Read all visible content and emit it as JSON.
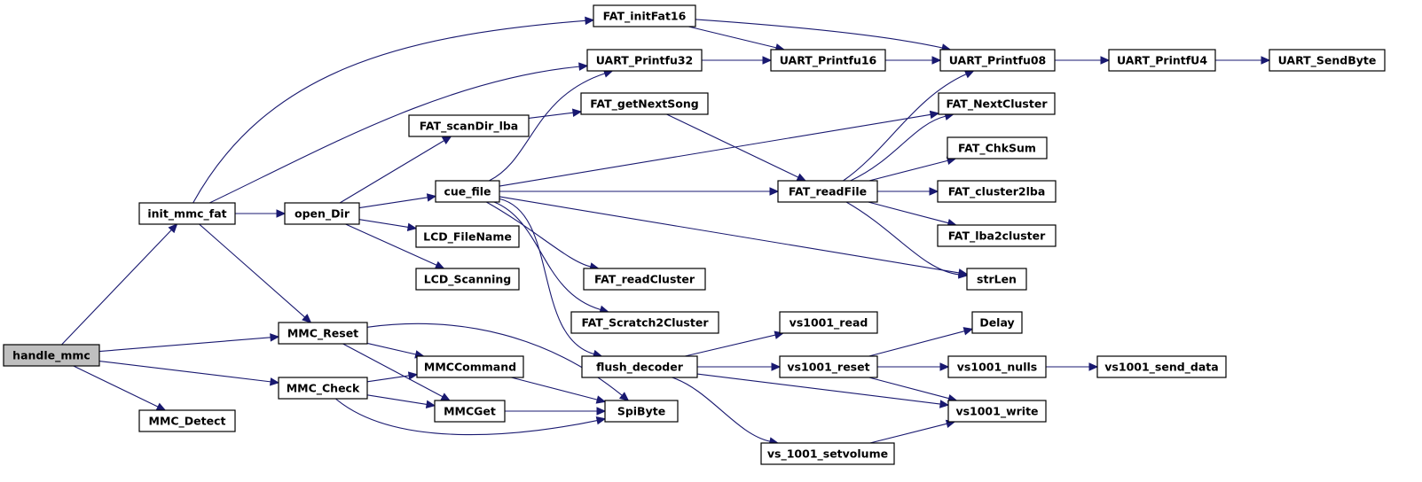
{
  "colors": {
    "node_fill": "#ffffff",
    "root_fill": "#bfbfbf",
    "edge": "#191970",
    "border": "#000000"
  },
  "graph": {
    "root": "handle_mmc",
    "nodes": [
      {
        "id": "handle_mmc",
        "label": "handle_mmc"
      },
      {
        "id": "init_mmc_fat",
        "label": "init_mmc_fat"
      },
      {
        "id": "MMC_Detect",
        "label": "MMC_Detect"
      },
      {
        "id": "MMC_Reset",
        "label": "MMC_Reset"
      },
      {
        "id": "MMC_Check",
        "label": "MMC_Check"
      },
      {
        "id": "open_Dir",
        "label": "open_Dir"
      },
      {
        "id": "FAT_initFat16",
        "label": "FAT_initFat16"
      },
      {
        "id": "UART_Printfu32",
        "label": "UART_Printfu32"
      },
      {
        "id": "UART_Printfu16",
        "label": "UART_Printfu16"
      },
      {
        "id": "UART_Printfu08",
        "label": "UART_Printfu08"
      },
      {
        "id": "UART_PrintfU4",
        "label": "UART_PrintfU4"
      },
      {
        "id": "UART_SendByte",
        "label": "UART_SendByte"
      },
      {
        "id": "FAT_scanDir_lba",
        "label": "FAT_scanDir_lba"
      },
      {
        "id": "FAT_getNextSong",
        "label": "FAT_getNextSong"
      },
      {
        "id": "cue_file",
        "label": "cue_file"
      },
      {
        "id": "LCD_FileName",
        "label": "LCD_FileName"
      },
      {
        "id": "LCD_Scanning",
        "label": "LCD_Scanning"
      },
      {
        "id": "FAT_readFile",
        "label": "FAT_readFile"
      },
      {
        "id": "FAT_NextCluster",
        "label": "FAT_NextCluster"
      },
      {
        "id": "FAT_ChkSum",
        "label": "FAT_ChkSum"
      },
      {
        "id": "FAT_cluster2lba",
        "label": "FAT_cluster2lba"
      },
      {
        "id": "FAT_lba2cluster",
        "label": "FAT_lba2cluster"
      },
      {
        "id": "strLen",
        "label": "strLen"
      },
      {
        "id": "FAT_readCluster",
        "label": "FAT_readCluster"
      },
      {
        "id": "FAT_Scratch2Cluster",
        "label": "FAT_Scratch2Cluster"
      },
      {
        "id": "flush_decoder",
        "label": "flush_decoder"
      },
      {
        "id": "vs1001_read",
        "label": "vs1001_read"
      },
      {
        "id": "vs1001_reset",
        "label": "vs1001_reset"
      },
      {
        "id": "vs1001_nulls",
        "label": "vs1001_nulls"
      },
      {
        "id": "vs1001_send_data",
        "label": "vs1001_send_data"
      },
      {
        "id": "Delay",
        "label": "Delay"
      },
      {
        "id": "vs1001_write",
        "label": "vs1001_write"
      },
      {
        "id": "vs_1001_setvolume",
        "label": "vs_1001_setvolume"
      },
      {
        "id": "MMCCommand",
        "label": "MMCCommand"
      },
      {
        "id": "MMCGet",
        "label": "MMCGet"
      },
      {
        "id": "SpiByte",
        "label": "SpiByte"
      }
    ],
    "edges": [
      {
        "from": "handle_mmc",
        "to": "init_mmc_fat"
      },
      {
        "from": "handle_mmc",
        "to": "MMC_Reset"
      },
      {
        "from": "handle_mmc",
        "to": "MMC_Check"
      },
      {
        "from": "handle_mmc",
        "to": "MMC_Detect"
      },
      {
        "from": "init_mmc_fat",
        "to": "FAT_initFat16"
      },
      {
        "from": "init_mmc_fat",
        "to": "UART_Printfu32"
      },
      {
        "from": "init_mmc_fat",
        "to": "open_Dir"
      },
      {
        "from": "init_mmc_fat",
        "to": "MMC_Reset"
      },
      {
        "from": "FAT_initFat16",
        "to": "UART_Printfu16"
      },
      {
        "from": "FAT_initFat16",
        "to": "UART_Printfu08"
      },
      {
        "from": "UART_Printfu32",
        "to": "UART_Printfu16"
      },
      {
        "from": "UART_Printfu16",
        "to": "UART_Printfu08"
      },
      {
        "from": "UART_Printfu08",
        "to": "UART_PrintfU4"
      },
      {
        "from": "UART_PrintfU4",
        "to": "UART_SendByte"
      },
      {
        "from": "open_Dir",
        "to": "FAT_scanDir_lba"
      },
      {
        "from": "open_Dir",
        "to": "cue_file"
      },
      {
        "from": "open_Dir",
        "to": "LCD_FileName"
      },
      {
        "from": "open_Dir",
        "to": "LCD_Scanning"
      },
      {
        "from": "FAT_scanDir_lba",
        "to": "FAT_getNextSong"
      },
      {
        "from": "FAT_getNextSong",
        "to": "FAT_readFile"
      },
      {
        "from": "cue_file",
        "to": "UART_Printfu32"
      },
      {
        "from": "cue_file",
        "to": "FAT_NextCluster"
      },
      {
        "from": "cue_file",
        "to": "FAT_readFile"
      },
      {
        "from": "cue_file",
        "to": "strLen"
      },
      {
        "from": "cue_file",
        "to": "FAT_readCluster"
      },
      {
        "from": "cue_file",
        "to": "FAT_Scratch2Cluster"
      },
      {
        "from": "cue_file",
        "to": "flush_decoder"
      },
      {
        "from": "FAT_readFile",
        "to": "UART_Printfu08"
      },
      {
        "from": "FAT_readFile",
        "to": "FAT_NextCluster"
      },
      {
        "from": "FAT_readFile",
        "to": "FAT_ChkSum"
      },
      {
        "from": "FAT_readFile",
        "to": "FAT_cluster2lba"
      },
      {
        "from": "FAT_readFile",
        "to": "FAT_lba2cluster"
      },
      {
        "from": "FAT_readFile",
        "to": "strLen"
      },
      {
        "from": "flush_decoder",
        "to": "vs1001_read"
      },
      {
        "from": "flush_decoder",
        "to": "vs1001_reset"
      },
      {
        "from": "flush_decoder",
        "to": "vs1001_write"
      },
      {
        "from": "flush_decoder",
        "to": "vs_1001_setvolume"
      },
      {
        "from": "vs1001_reset",
        "to": "Delay"
      },
      {
        "from": "vs1001_reset",
        "to": "vs1001_nulls"
      },
      {
        "from": "vs1001_reset",
        "to": "vs1001_write"
      },
      {
        "from": "vs1001_nulls",
        "to": "vs1001_send_data"
      },
      {
        "from": "vs_1001_setvolume",
        "to": "vs1001_write"
      },
      {
        "from": "MMC_Reset",
        "to": "MMCCommand"
      },
      {
        "from": "MMC_Reset",
        "to": "MMCGet"
      },
      {
        "from": "MMC_Reset",
        "to": "SpiByte"
      },
      {
        "from": "MMC_Check",
        "to": "MMCCommand"
      },
      {
        "from": "MMC_Check",
        "to": "MMCGet"
      },
      {
        "from": "MMC_Check",
        "to": "SpiByte"
      },
      {
        "from": "MMCCommand",
        "to": "SpiByte"
      },
      {
        "from": "MMCGet",
        "to": "SpiByte"
      }
    ]
  }
}
